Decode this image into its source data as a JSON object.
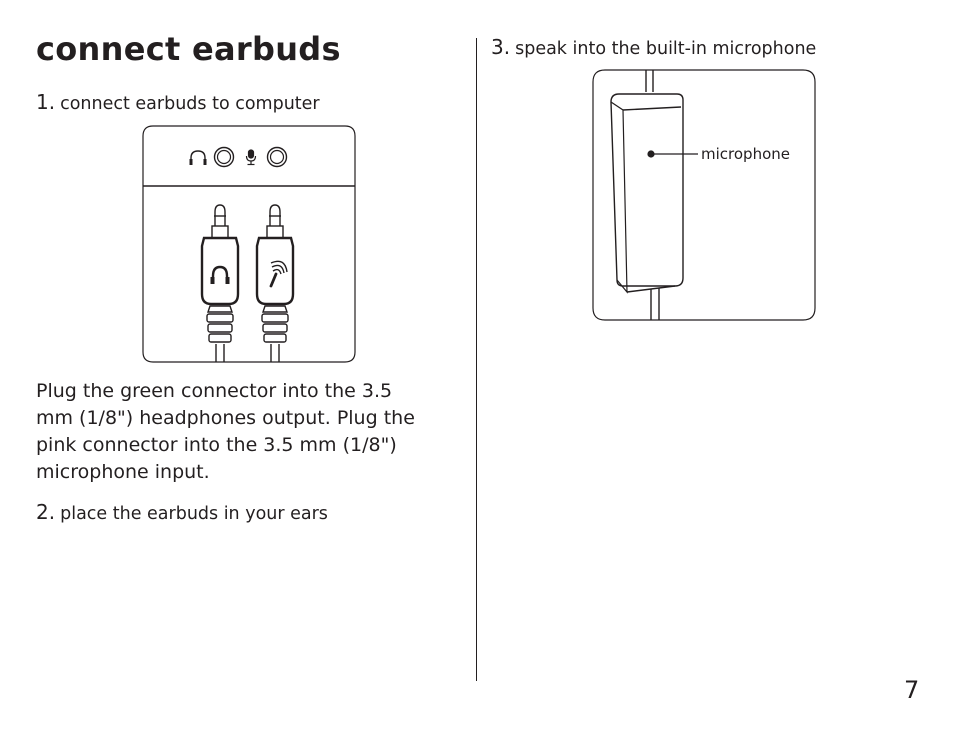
{
  "title": "connect earbuds",
  "steps": [
    {
      "number": "1.",
      "text": "connect earbuds to computer"
    },
    {
      "number": "2.",
      "text": "place the earbuds in your ears"
    },
    {
      "number": "3.",
      "text": "speak into the built-in microphone"
    }
  ],
  "paragraph": "Plug the green connector into the 3.5 mm (1/8\") headphones output. Plug the pink connector into the 3.5 mm (1/8\") microphone input.",
  "figure_mic": {
    "callout_label": "microphone"
  },
  "page_number": "7",
  "colors": {
    "text": "#231f20",
    "background": "#ffffff"
  }
}
